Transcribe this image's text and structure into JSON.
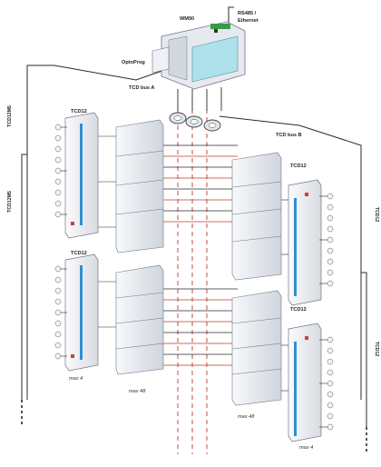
{
  "diagram": {
    "meter_label": "WM50",
    "comm_label_line1": "RS485 /",
    "comm_label_line2": "Ethernet",
    "optoprog_label": "OptoProg",
    "bus_a_label": "TCD bus A",
    "bus_b_label": "TCD bus B",
    "tcd12_labels": [
      "TCD12",
      "TCD12",
      "TCD12",
      "TCD12"
    ],
    "side_left_labels": [
      "TCD12M5",
      "TCD12M5"
    ],
    "side_right_labels": [
      "TCD12",
      "TCD12"
    ],
    "max_labels": [
      "max 4",
      "max 48",
      "max 48",
      "max 4"
    ]
  },
  "colors": {
    "line": "#2a2a2a",
    "red_line": "#c0392b",
    "module_fill": "#eef1f5",
    "module_edge": "#6e7784",
    "blue_strip": "#2f8fd1",
    "meter_screen": "#aee1ec",
    "meter_body": "#e6e9ee"
  }
}
